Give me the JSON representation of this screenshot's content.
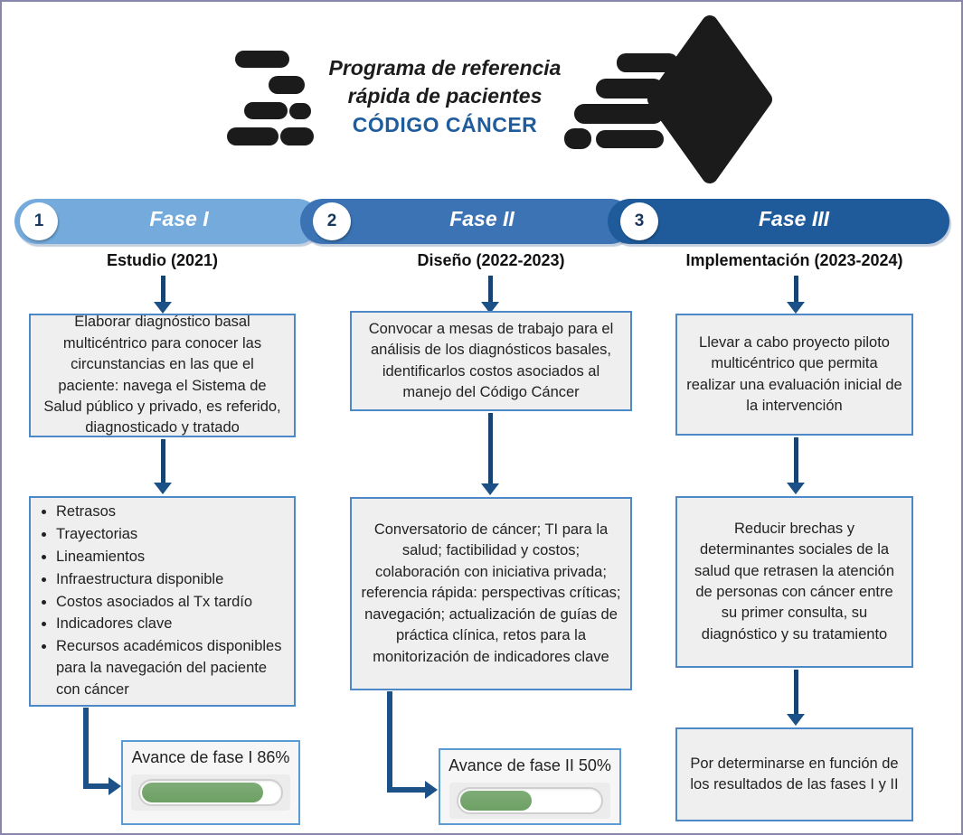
{
  "header": {
    "title_line1": "Programa de referencia",
    "title_line2": "rápida de pacientes",
    "title_line3": "CÓDIGO CÁNCER",
    "brand_color": "#1F5C9E"
  },
  "phases": [
    {
      "number": "1",
      "label": "Fase I",
      "subtitle": "Estudio (2021)",
      "color": "#74ABDC"
    },
    {
      "number": "2",
      "label": "Fase II",
      "subtitle": "Diseño (2022-2023)",
      "color": "#3B73B4"
    },
    {
      "number": "3",
      "label": "Fase III",
      "subtitle": "Implementación (2023-2024)",
      "color": "#1F5B9B"
    }
  ],
  "columns": [
    {
      "box1": "Elaborar diagnóstico basal multicéntrico para conocer las circunstancias en las que el paciente: navega el Sistema de Salud público y privado, es referido, diagnosticado y tratado",
      "box2_bullets": [
        "Retrasos",
        "Trayectorias",
        "Lineamientos",
        "Infraestructura disponible",
        "Costos asociados al Tx tardío",
        "Indicadores clave",
        "Recursos académicos disponibles para la navegación del paciente con cáncer"
      ]
    },
    {
      "box1": "Convocar a mesas de trabajo para el análisis de los diagnósticos basales, identificarlos costos asociados al manejo del Código Cáncer",
      "box2": "Conversatorio de cáncer; TI para la salud; factibilidad y costos; colaboración con iniciativa privada; referencia rápida: perspectivas críticas; navegación; actualización de guías de práctica clínica, retos para la monitorización de indicadores clave"
    },
    {
      "box1": "Llevar a cabo proyecto piloto multicéntrico que permita realizar una evaluación inicial de la intervención",
      "box2": "Reducir brechas y determinantes sociales de la salud que retrasen la atención de personas con cáncer entre su primer consulta, su diagnóstico y su tratamiento",
      "box3": "Por determinarse en función de los resultados de las fases I y II"
    }
  ],
  "progress": [
    {
      "label": "Avance de fase I 86%",
      "percent": 86,
      "fill_color": "#6CA063"
    },
    {
      "label": "Avance de fase II 50%",
      "percent": 50,
      "fill_color": "#6CA063"
    }
  ]
}
